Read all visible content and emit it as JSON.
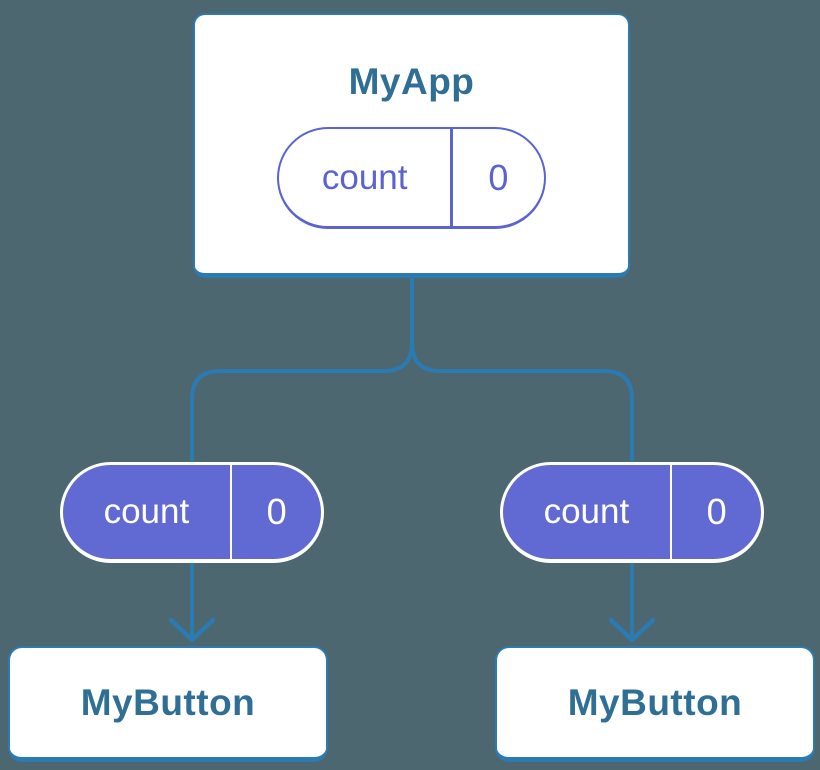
{
  "diagram": {
    "colors": {
      "bg": "#4d6770",
      "line": "#2b7ab2",
      "title": "#306f95",
      "purple": "#616ad3",
      "purple_text": "#5a63d0",
      "pill_text": "#ffffff"
    },
    "root": {
      "title": "MyApp",
      "state": {
        "name": "count",
        "value": "0"
      }
    },
    "children": [
      {
        "title": "MyButton",
        "state": {
          "name": "count",
          "value": "0"
        }
      },
      {
        "title": "MyButton",
        "state": {
          "name": "count",
          "value": "0"
        }
      }
    ]
  }
}
